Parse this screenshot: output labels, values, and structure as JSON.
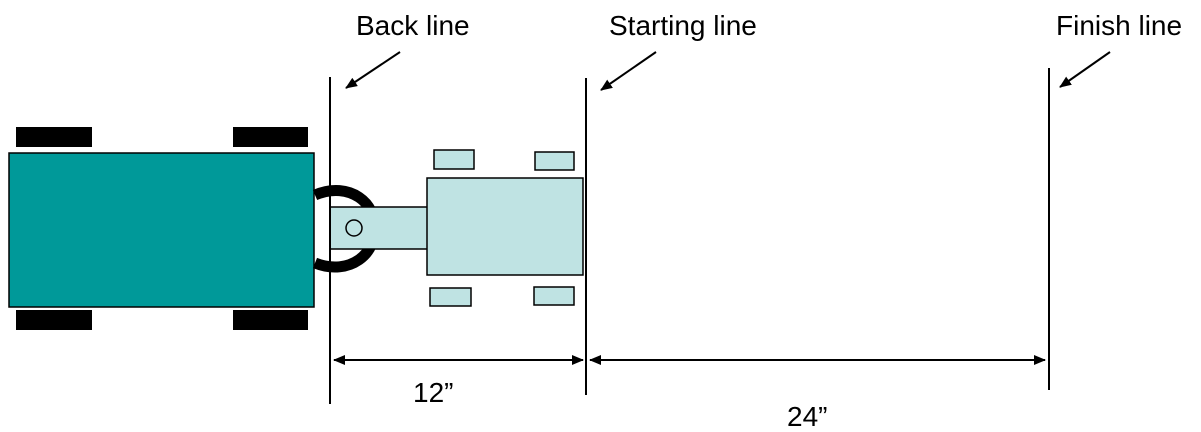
{
  "labels": {
    "back_line": "Back line",
    "starting_line": "Starting line",
    "finish_line": "Finish line"
  },
  "dimensions": {
    "back_to_start": "12”",
    "start_to_finish": "24”"
  },
  "colors": {
    "trailer_body": "#009999",
    "vehicle_body": "#BFE3E3",
    "wheels": "#000000",
    "lines": "#000000"
  }
}
